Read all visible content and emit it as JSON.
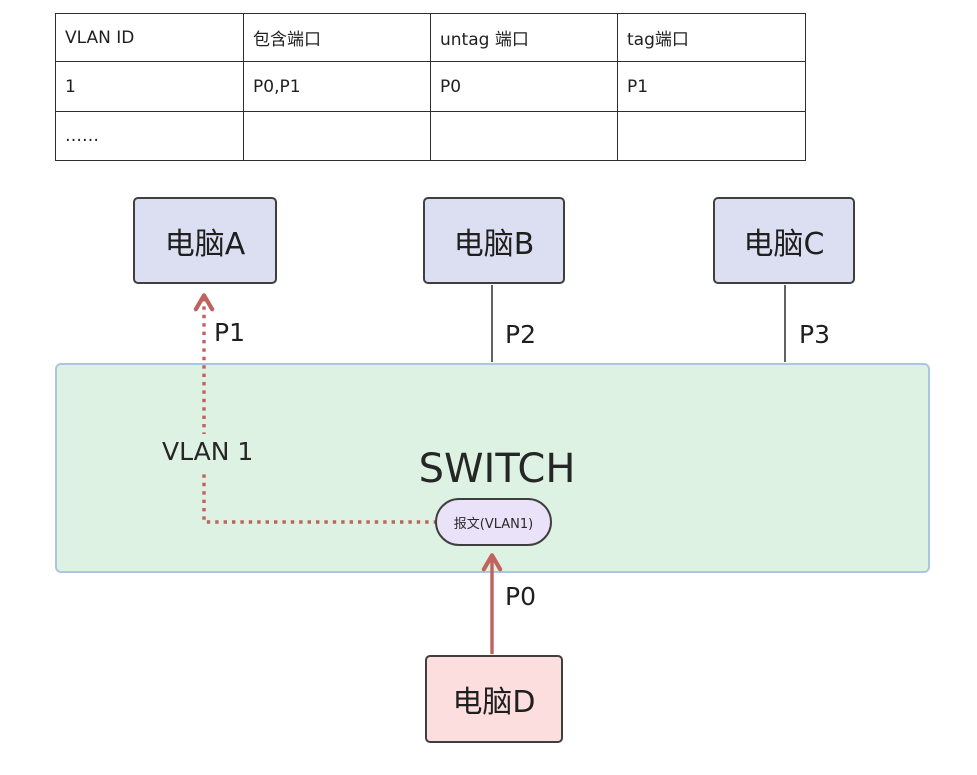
{
  "table": {
    "headers": [
      "VLAN ID",
      "包含端口",
      "untag 端口",
      "tag端口"
    ],
    "rows": [
      [
        "1",
        "P0,P1",
        "P0",
        "P1"
      ],
      [
        "……",
        "",
        "",
        ""
      ]
    ]
  },
  "computers": {
    "a": "电脑A",
    "b": "电脑B",
    "c": "电脑C",
    "d": "电脑D"
  },
  "switch": {
    "label": "SWITCH",
    "vlan_label": "VLAN 1",
    "packet_label": "报文(VLAN1)"
  },
  "ports": {
    "p0": "P0",
    "p1": "P1",
    "p2": "P2",
    "p3": "P3"
  },
  "colors": {
    "computer_fill": "#dbdff1",
    "computer_d_fill": "#fcdede",
    "switch_fill": "#def2e4",
    "switch_border": "#a9c6e3",
    "packet_fill": "#eae2f8",
    "flow_arrow_red": "#c0625e",
    "link_line": "#3b3b3b",
    "border_dark": "#3f3f3f"
  }
}
